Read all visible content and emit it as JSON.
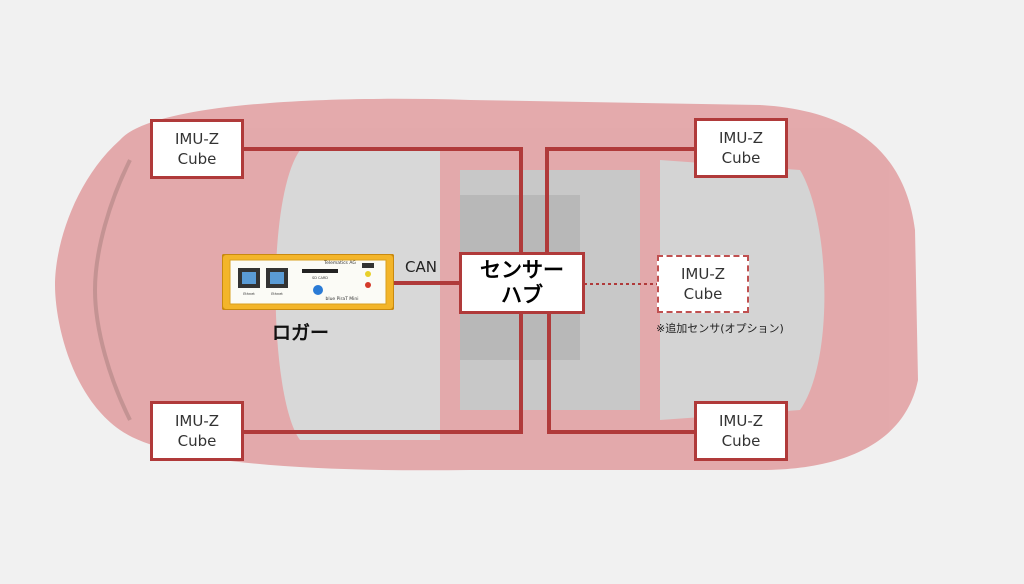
{
  "hub": {
    "line1": "センサー",
    "line2": "ハブ"
  },
  "sensors": [
    {
      "line1": "IMU-Z",
      "line2": "Cube"
    },
    {
      "line1": "IMU-Z",
      "line2": "Cube"
    },
    {
      "line1": "IMU-Z",
      "line2": "Cube"
    },
    {
      "line1": "IMU-Z",
      "line2": "Cube"
    }
  ],
  "optional_sensor": {
    "line1": "IMU-Z",
    "line2": "Cube",
    "note": "※追加センサ(オプション)"
  },
  "logger": {
    "label": "ロガー",
    "brand": "Telematics AG",
    "model": "blue PiraT Mini",
    "port1": "Ethnet",
    "port2": "Ethnet",
    "sd_label": "SD CARD"
  },
  "connection_label": "CAN",
  "colors": {
    "line": "#b03a3a",
    "logger_body": "#f3b52a",
    "car": "#d96f72"
  }
}
